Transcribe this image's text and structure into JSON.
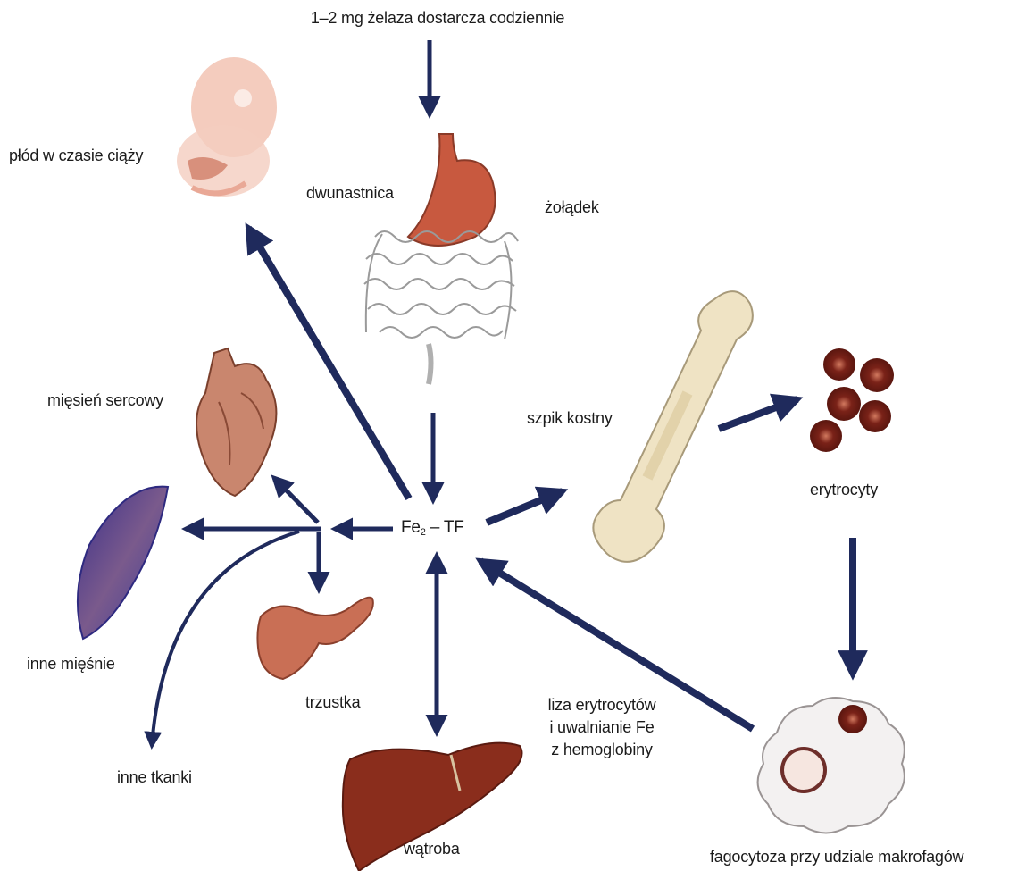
{
  "labels": {
    "intake": "1–2 mg żelaza dostarcza codziennie",
    "fetus": "płód w czasie ciąży",
    "duodenum": "dwunastnica",
    "stomach": "żołądek",
    "heart": "mięsień sercowy",
    "bone_marrow": "szpik kostny",
    "erythrocytes": "erytrocyty",
    "center_fe": "Fe",
    "center_sub": "2",
    "center_tf": " – TF",
    "other_muscles": "inne mięśnie",
    "pancreas": "trzustka",
    "other_tissues": "inne tkanki",
    "lysis": "liza erytrocytów\ni uwalnianie Fe\nz hemoglobiny",
    "liver": "wątroba",
    "phagocytosis": "fagocytoza przy udziale makrofagów"
  },
  "colors": {
    "arrow": "#1f2a5c",
    "stomach": "#c8593f",
    "liver": "#8a2d1c",
    "heart": "#c9866e",
    "pancreas": "#c96f55",
    "muscle": "#4a3f8c",
    "erythrocyte": "#8c2a22",
    "bone": "#efe3c4"
  }
}
